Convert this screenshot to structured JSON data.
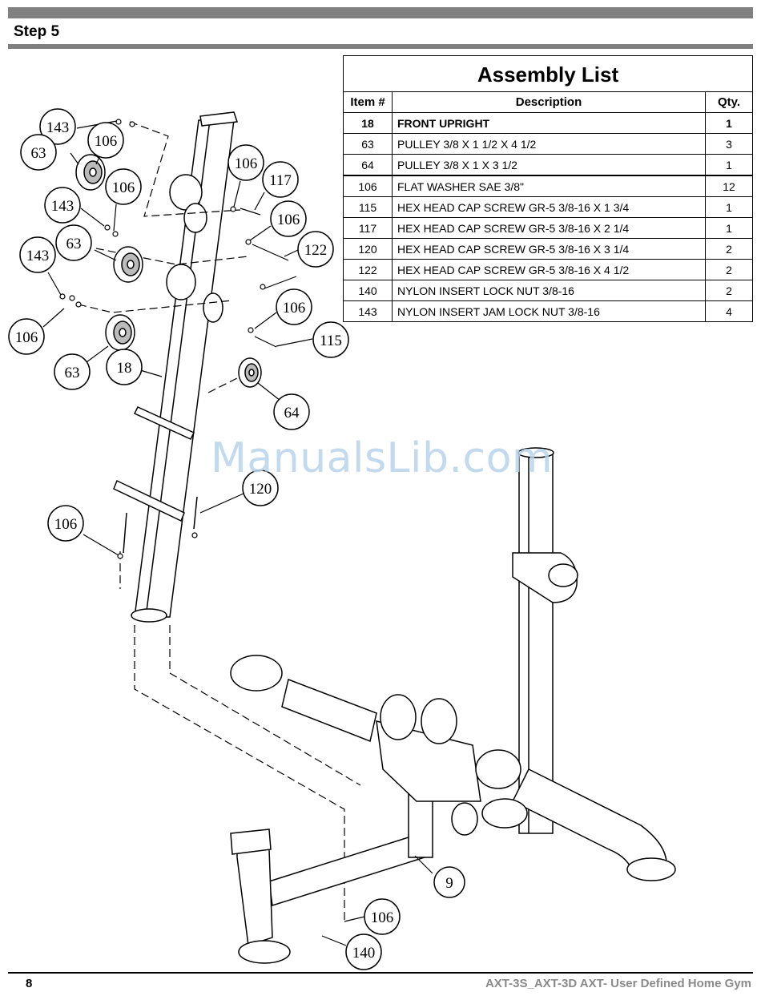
{
  "header": {
    "step_title": "Step 5"
  },
  "assembly_list": {
    "title": "Assembly List",
    "columns": [
      "Item #",
      "Description",
      "Qty."
    ],
    "rows": [
      {
        "item": "18",
        "description": "FRONT UPRIGHT",
        "qty": "1"
      },
      {
        "item": "63",
        "description": "PULLEY 3/8 X 1 1/2 X 4 1/2",
        "qty": "3"
      },
      {
        "item": "64",
        "description": "PULLEY 3/8 X 1 X 3 1/2",
        "qty": "1"
      },
      {
        "item": "106",
        "description": "FLAT WASHER SAE 3/8\"",
        "qty": "12"
      },
      {
        "item": "115",
        "description": "HEX HEAD CAP SCREW GR-5 3/8-16 X 1 3/4",
        "qty": "1"
      },
      {
        "item": "117",
        "description": "HEX HEAD CAP SCREW GR-5 3/8-16 X 2 1/4",
        "qty": "1"
      },
      {
        "item": "120",
        "description": "HEX HEAD CAP SCREW GR-5 3/8-16 X 3 1/4",
        "qty": "2"
      },
      {
        "item": "122",
        "description": "HEX HEAD CAP SCREW GR-5 3/8-16 X 4 1/2",
        "qty": "2"
      },
      {
        "item": "140",
        "description": "NYLON INSERT LOCK NUT 3/8-16",
        "qty": "2"
      },
      {
        "item": "143",
        "description": "NYLON INSERT JAM LOCK NUT 3/8-16",
        "qty": "4"
      }
    ]
  },
  "callouts": {
    "c143a": "143",
    "c106a": "106",
    "c63a": "63",
    "c106b": "106",
    "c143b": "143",
    "c106c": "106",
    "c117": "117",
    "c106d": "106",
    "c122": "122",
    "c143c": "143",
    "c63b": "63",
    "c106e": "106",
    "c106f": "106",
    "c115": "115",
    "c63c": "63",
    "c18": "18",
    "c64": "64",
    "c120": "120",
    "c106g": "106",
    "c9": "9",
    "c106h": "106",
    "c140": "140"
  },
  "watermark": "ManualsLib.com",
  "footer": {
    "page_number": "8",
    "doc_title": "AXT-3S_AXT-3D  AXT- User Defined Home Gym"
  }
}
